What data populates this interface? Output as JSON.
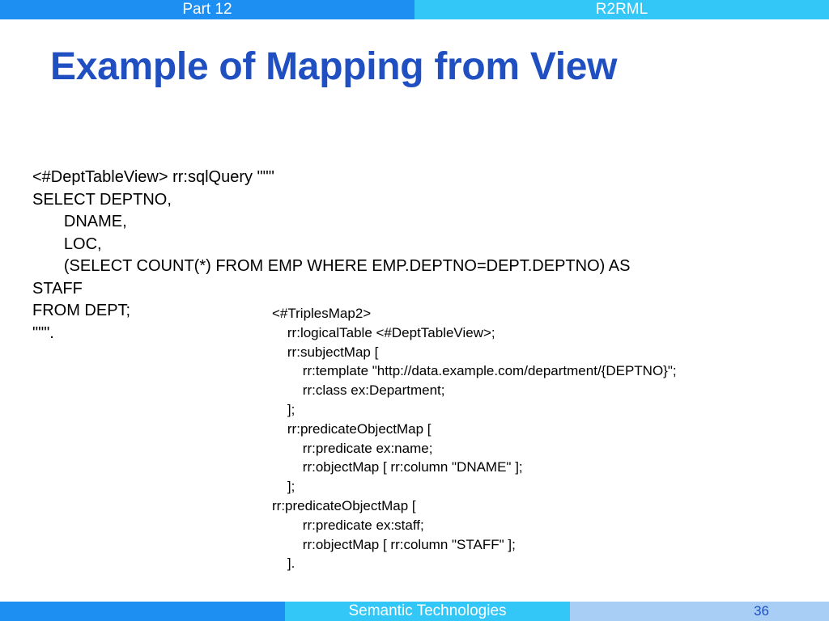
{
  "header": {
    "part_label": "Part 12",
    "topic_label": "R2RML"
  },
  "slide": {
    "title": "Example of Mapping from View",
    "sql_lines": [
      "<#DeptTableView> rr:sqlQuery \"\"\"",
      "SELECT DEPTNO,",
      "       DNAME,",
      "       LOC,",
      "       (SELECT COUNT(*) FROM EMP WHERE EMP.DEPTNO=DEPT.DEPTNO) AS",
      "STAFF",
      "FROM DEPT;",
      "\"\"\"."
    ],
    "mapping_lines": [
      "<#TriplesMap2>",
      "    rr:logicalTable <#DeptTableView>;",
      "    rr:subjectMap [",
      "        rr:template \"http://data.example.com/department/{DEPTNO}\";",
      "        rr:class ex:Department;",
      "    ];",
      "    rr:predicateObjectMap [",
      "        rr:predicate ex:name;",
      "        rr:objectMap [ rr:column \"DNAME\" ];",
      "    ];",
      "rr:predicateObjectMap [",
      "        rr:predicate ex:staff;",
      "        rr:objectMap [ rr:column \"STAFF\" ];",
      "    ]."
    ]
  },
  "footer": {
    "course_label": "Semantic Technologies",
    "page_number": "36"
  }
}
